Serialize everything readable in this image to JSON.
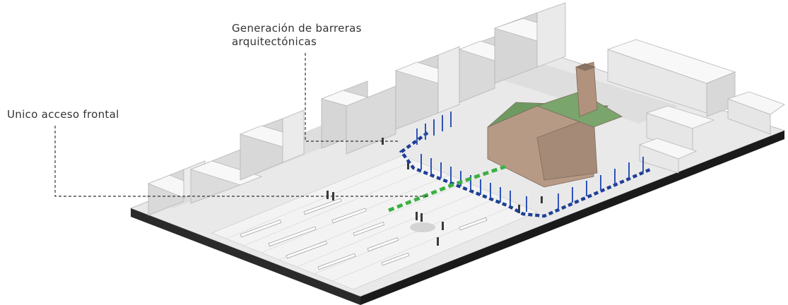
{
  "annotations": {
    "barriers_line1": "Generación de barreras",
    "barriers_line2": "arquitectónicas",
    "frontal_access": "Unico acceso frontal"
  },
  "colors": {
    "background": "#ffffff",
    "ground": "#e8e8e8",
    "plaza": "#efefef",
    "base_side": "#1e1e1e",
    "building_top": "#f6f6f6",
    "building_side": "#d6d6d6",
    "church_wall": "#b79a86",
    "church_roof": "#6e9a62",
    "barrier_blue": "#1f3f95",
    "access_green": "#3cb043",
    "leader_line": "#333333"
  }
}
